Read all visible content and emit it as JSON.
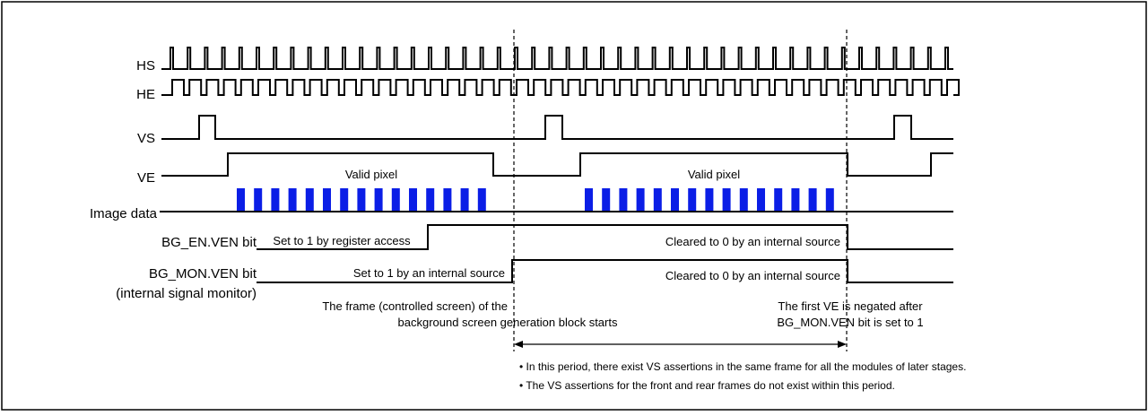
{
  "signals": {
    "hs": "HS",
    "he": "HE",
    "vs": "VS",
    "ve": "VE",
    "image_data": "Image data",
    "bg_en": "BG_EN.VEN bit",
    "bg_mon_line1": "BG_MON.VEN bit",
    "bg_mon_line2": "(internal signal monitor)"
  },
  "labels": {
    "valid_pixel_1": "Valid pixel",
    "valid_pixel_2": "Valid pixel",
    "bg_en_set": "Set to 1 by register access",
    "bg_en_clear": "Cleared to 0 by an internal source",
    "bg_mon_set": "Set to 1 by an internal source",
    "bg_mon_clear": "Cleared to 0 by an internal source"
  },
  "annotations": {
    "frame_start_line1": "The frame (controlled screen) of the",
    "frame_start_line2": "background screen generation block starts",
    "ve_negated_line1": "The first VE is negated after",
    "ve_negated_line2": "BG_MON.VEN bit is set to 1"
  },
  "notes": [
    "• In this period, there exist VS assertions in the same frame for all the modules of later stages.",
    "• The VS assertions for the front and rear frames do not exist within this period."
  ],
  "colors": {
    "pixel_fill": "#0b1ee6",
    "line": "#000000",
    "background": "#ffffff"
  }
}
